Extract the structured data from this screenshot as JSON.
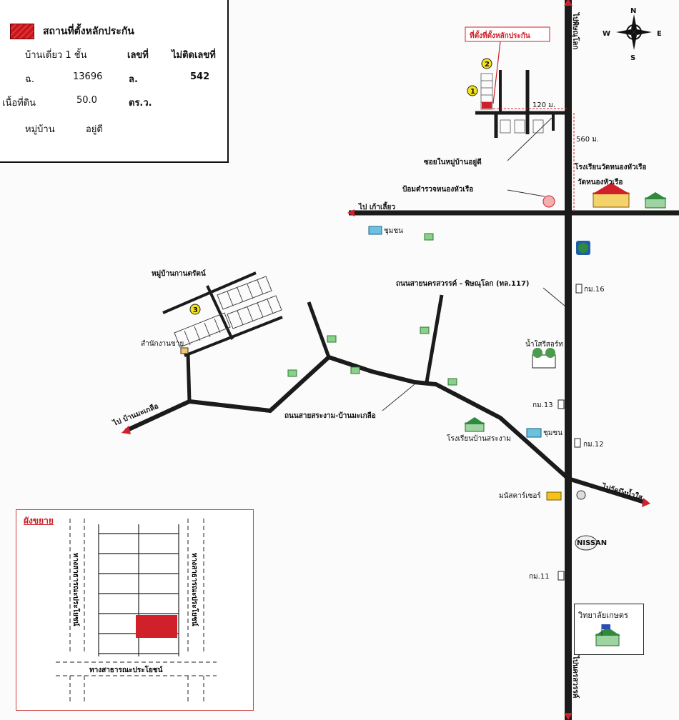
{
  "legend": {
    "title": "สถานที่ตั้งหลักประกัน",
    "type": "บ้านเดี่ยว 1 ชั้น",
    "col_lek_thi": "เลขที่",
    "col_mai_tid": "ไม่ติดเลขที่",
    "chanote_prefix": "ฉ.",
    "chanote_value": "13696",
    "lor_prefix": "ล.",
    "lor_value": "542",
    "area_label": "เนื้อที่ดิน",
    "area_value": "50.0",
    "area_unit": "ตร.ว.",
    "village_label": "หมู่บ้าน",
    "village_value": "อยู่ดี"
  },
  "compass": {
    "n": "N",
    "s": "S",
    "e": "E",
    "w": "W"
  },
  "labels": {
    "to_phitsanulok": "ไปพิษณุโลก",
    "to_nakhonsawan": "ไปนครสวรรค์",
    "collateral_site": "ที่ตั้งที่ตั้งหลักประกัน",
    "dist_120": "120 ม.",
    "dist_560": "560 ม.",
    "soi_yudee": "ซอยในหมู่บ้านอยู่ดี",
    "police_box": "ป้อมตำรวจหนองหัวเรือ",
    "school_wat": "โรงเรียนวัดหนองหัวเรือ",
    "wat": "วัดหนองหัวเรือ",
    "to_kao_liao": "ไป เก้าเลี้ยว",
    "community1": "ชุมชน",
    "highway": "ถนนสายนครสวรรค์ - พิษณุโลก (ทล.117)",
    "km16": "กม.16",
    "village_kanok": "หมู่บ้านกานตรัตน์",
    "sales_office": "สำนักงานขาย",
    "nam_sai_resort": "น้ำใสรีสอร์ท",
    "to_ban_makluea": "ไป บ้านมะเกลือ",
    "road_srangam": "ถนนสายสระงาม-บ้านมะเกลือ",
    "km13": "กม.13",
    "community2": "ชุมชน",
    "school_srangam": "โรงเรียนบ้านสระงาม",
    "km12": "กม.12",
    "to_wat_bueng": "ไปวัดบึงน้ำใส",
    "car_care": "มนัสคาร์เซอร์",
    "km11": "กม.11",
    "brand": "NISSAN",
    "college": "วิทยาลัยเกษตร",
    "point1": "1",
    "point2": "2",
    "point3": "3"
  },
  "inset": {
    "title": "ผังขยาย",
    "road_left": "ทางสาธารณะประโยชน์",
    "road_right": "ทางสาธารณะประโยชน์",
    "road_bottom": "ทางสาธารณะประโยชน์"
  },
  "colors": {
    "road": "#1b1b1b",
    "collateral": "#d0202a",
    "dim_line": "#d0202a"
  }
}
